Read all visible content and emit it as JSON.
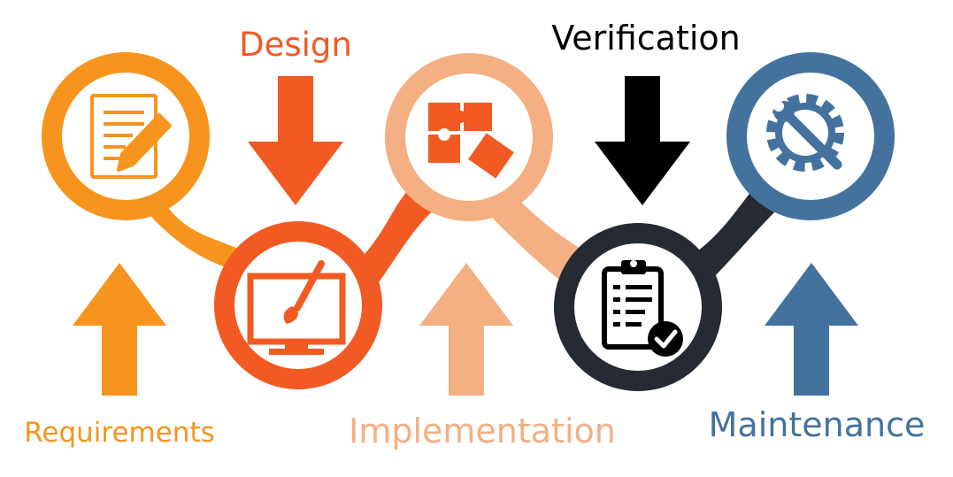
{
  "stages": [
    {
      "id": "requirements",
      "label": "Requirements",
      "color": "#F7941D",
      "icon": "document-pencil-icon"
    },
    {
      "id": "design",
      "label": "Design",
      "color": "#F15A22",
      "icon": "monitor-brush-icon"
    },
    {
      "id": "implementation",
      "label": "Implementation",
      "color": "#F4AF82",
      "icon": "puzzle-pieces-icon"
    },
    {
      "id": "verification",
      "label": "Verification",
      "color": "#000000",
      "icon": "clipboard-check-icon"
    },
    {
      "id": "maintenance",
      "label": "Maintenance",
      "color": "#44729E",
      "icon": "gear-wrench-icon"
    }
  ],
  "colors": {
    "verification_ring": "#262B33",
    "background": "#FFFFFF"
  }
}
